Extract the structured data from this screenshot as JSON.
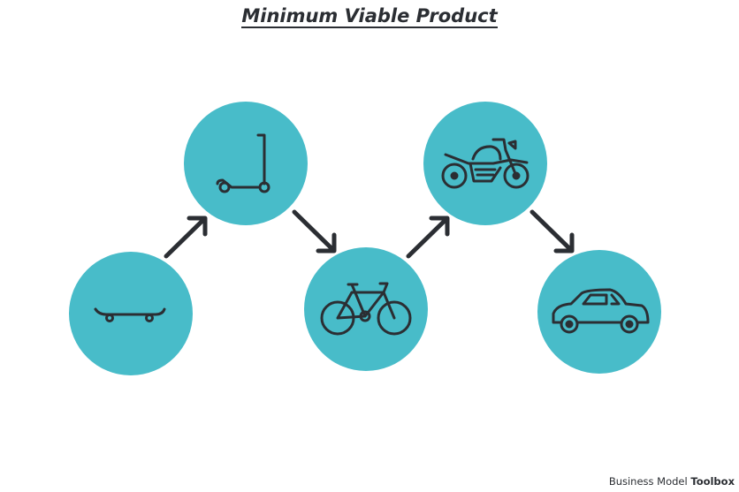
{
  "title": "Minimum Viable Product",
  "brand": {
    "regular": "Business Model",
    "bold": "Toolbox"
  },
  "colors": {
    "circle": "#48bcc9",
    "ink": "#2b2e33"
  },
  "stages": [
    {
      "icon": "skateboard-icon"
    },
    {
      "icon": "scooter-icon"
    },
    {
      "icon": "bicycle-icon"
    },
    {
      "icon": "motorcycle-icon"
    },
    {
      "icon": "car-icon"
    }
  ]
}
